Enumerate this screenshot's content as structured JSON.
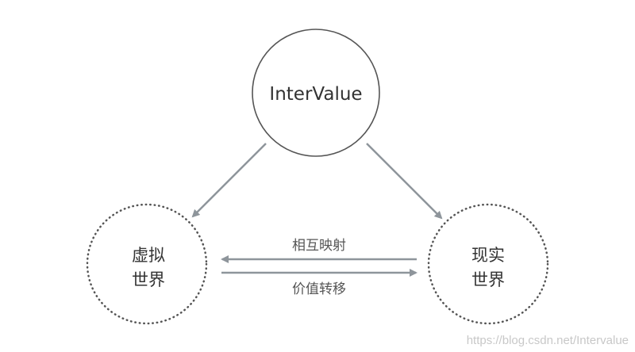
{
  "diagram": {
    "top_node": {
      "label": "InterValue"
    },
    "left_node": {
      "line1": "虚拟",
      "line2": "世界"
    },
    "right_node": {
      "line1": "现实",
      "line2": "世界"
    },
    "edge_top_label": "相互映射",
    "edge_bottom_label": "价值转移"
  },
  "watermark": "https://blog.csdn.net/Intervalue",
  "colors": {
    "circle_stroke": "#555555",
    "arrow": "#8e959b",
    "text": "#333333"
  }
}
